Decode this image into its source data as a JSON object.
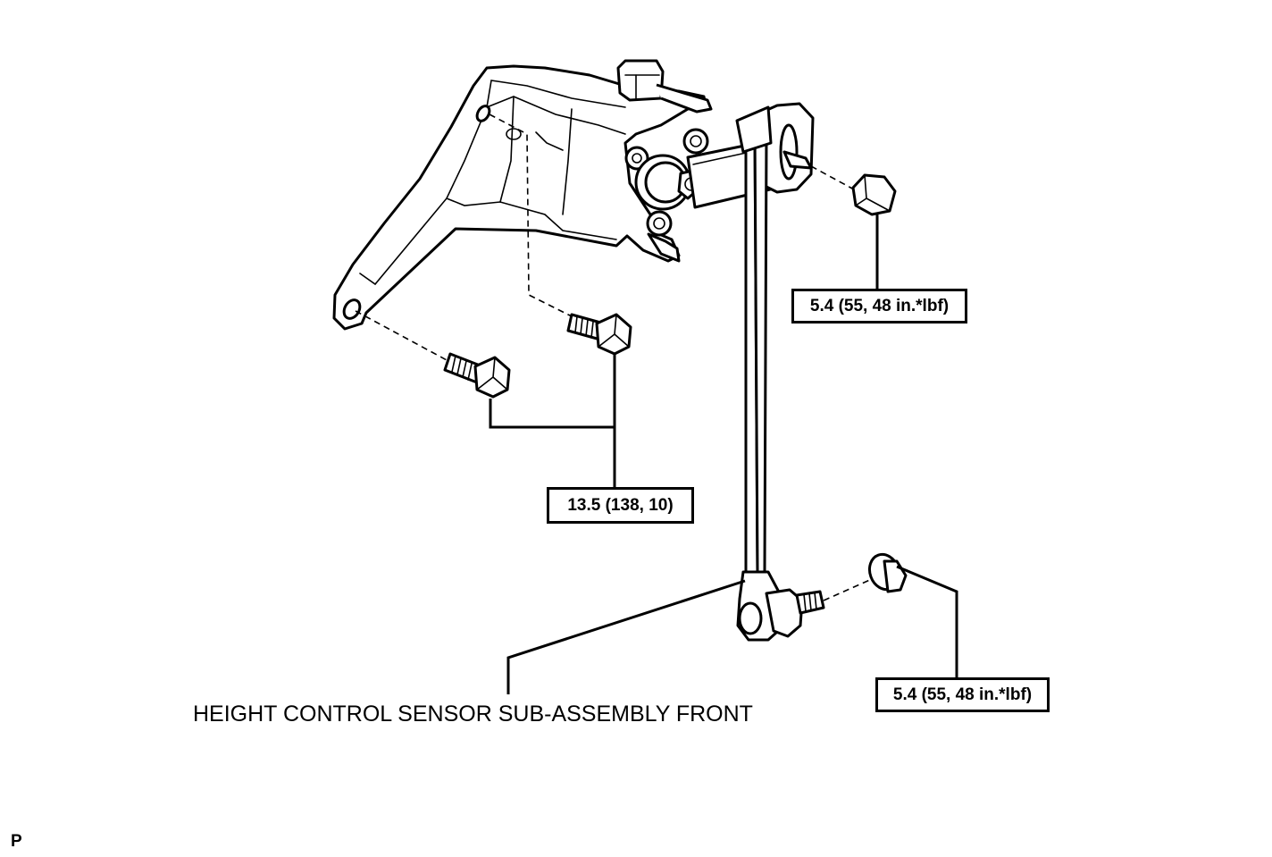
{
  "figure": {
    "part_name": "HEIGHT CONTROL SENSOR SUB-ASSEMBLY FRONT",
    "page_code": "P"
  },
  "torque_specs": {
    "upper_nut": "5.4 (55, 48 in.*lbf)",
    "bracket_bolts": "13.5 (138, 10)",
    "lower_nut": "5.4 (55, 48 in.*lbf)"
  }
}
